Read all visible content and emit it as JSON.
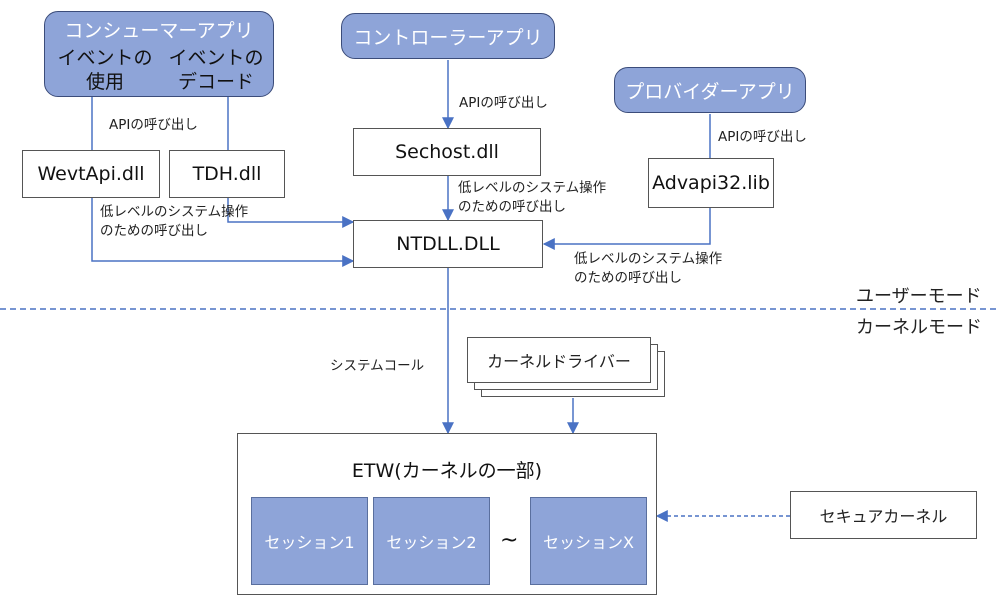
{
  "consumer_app": {
    "title": "コンシューマーアプリ",
    "sub_left": [
      "イベントの",
      "使用"
    ],
    "sub_right": [
      "イベントの",
      "デコード"
    ]
  },
  "controller_app": {
    "title": "コントローラーアプリ"
  },
  "provider_app": {
    "title": "プロバイダーアプリ"
  },
  "dlls": {
    "wevtapi": "WevtApi.dll",
    "tdh": "TDH.dll",
    "sechost": "Sechost.dll",
    "advapi": "Advapi32.lib",
    "ntdll": "NTDLL.DLL"
  },
  "labels": {
    "api_call_left": "APIの呼び出し",
    "api_call_center": "APIの呼び出し",
    "api_call_right": "APIの呼び出し",
    "lowlevel_left": [
      "低レベルのシステム操作",
      "のための呼び出し"
    ],
    "lowlevel_center": [
      "低レベルのシステム操作",
      "のための呼び出し"
    ],
    "lowlevel_right": [
      "低レベルのシステム操作",
      "のための呼び出し"
    ],
    "system_call": "システムコール"
  },
  "modes": {
    "user": "ユーザーモード",
    "kernel": "カーネルモード"
  },
  "kernel_driver": "カーネルドライバー",
  "etw": {
    "title": "ETW(カーネルの一部)",
    "sessions": [
      "セッション1",
      "セッション2",
      "セッションX"
    ],
    "tilde": "~"
  },
  "secure_kernel": "セキュアカーネル",
  "colors": {
    "app_fill": "#8ea4d8",
    "connector": "#4a72c4",
    "mode_divider": "#4a72c4"
  }
}
